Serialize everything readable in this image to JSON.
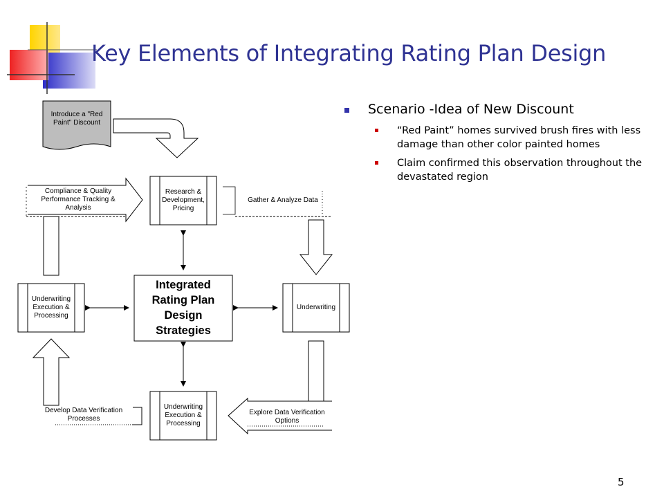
{
  "slide": {
    "title": "Key Elements of Integrating Rating Plan Design",
    "page_number": "5"
  },
  "diagram": {
    "document_note": "Introduce a \"Red\nPaint\" Discount",
    "center": "Integrated\nRating Plan\nDesign\nStrategies",
    "top_box": "Research &\nDevelopment,\nPricing",
    "right_box": "Underwriting",
    "bottom_box": "Underwriting\nExecution &\nProcessing",
    "left_box": "Underwriting\nExecution &\nProcessing",
    "flow_top_left": "Compliance & Quality\nPerformance Tracking &\nAnalysis",
    "flow_top_right": "Gather & Analyze Data",
    "flow_bottom_right": "Explore Data Verification\nOptions",
    "flow_bottom_left": "Develop Data Verification\nProcesses"
  },
  "bullets": {
    "main": "Scenario -Idea of New Discount",
    "sub": [
      "“Red Paint” homes survived brush fires with less damage than other color painted homes",
      "Claim confirmed this observation throughout the devastated region"
    ]
  },
  "colors": {
    "title": "#2f3393",
    "bullet_main": "#3333aa",
    "bullet_sub": "#cc0000",
    "logo_yellow": "#ffd400",
    "logo_red": "#ee2222",
    "logo_blue": "#3a3ad0"
  }
}
